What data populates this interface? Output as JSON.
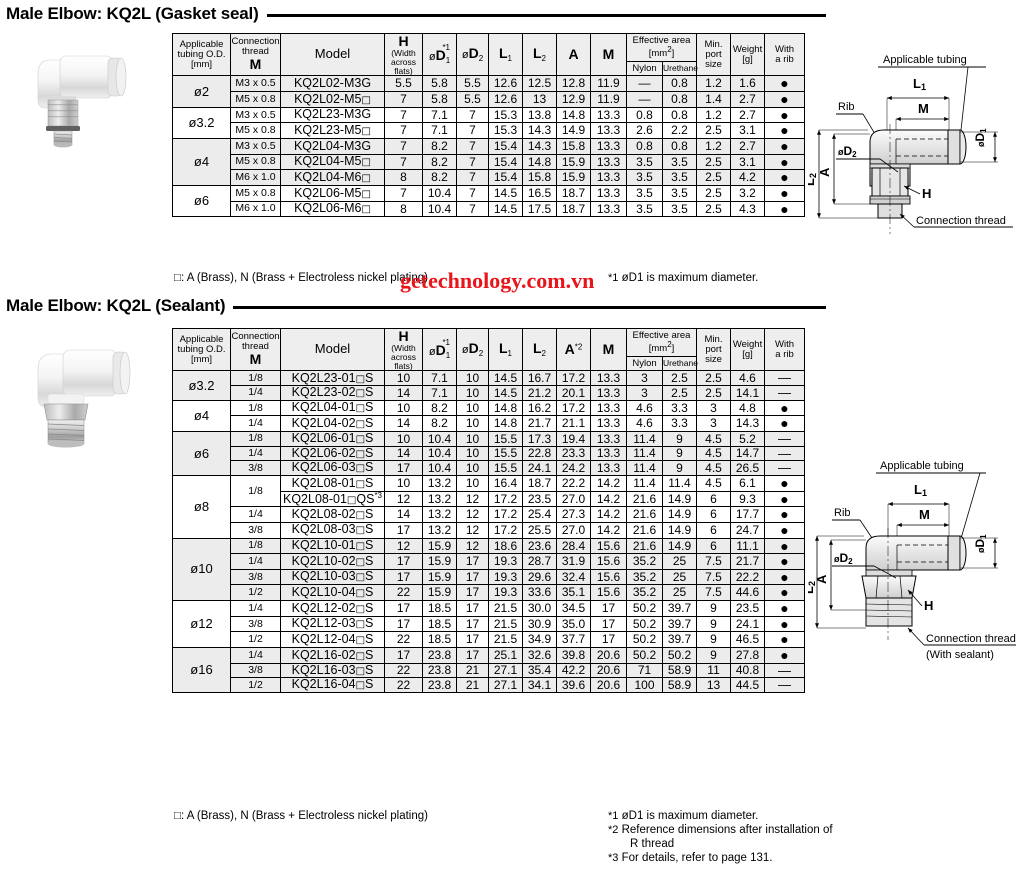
{
  "page": {
    "watermark": "getechnology.com.vn"
  },
  "sections": [
    {
      "title": "Male Elbow: KQ2L (Gasket seal)",
      "headers": {
        "tubing": "Applicable tubing O.D. [mm]",
        "tubing_l1": "Applicable",
        "tubing_l2": "tubing O.D.",
        "tubing_l3": "[mm]",
        "thread_l1": "Connection",
        "thread_l2": "thread",
        "thread_l3": "M",
        "model": "Model",
        "h_l1": "H",
        "h_l2": "(Width",
        "h_l3": "across",
        "h_l4": "flats)",
        "d1_pre": "ø",
        "d1": "D",
        "d1_sub": "1",
        "d1_star": "*1",
        "d2_pre": "ø",
        "d2": "D",
        "d2_sub": "2",
        "l1": "L",
        "l1_sub": "1",
        "l2": "L",
        "l2_sub": "2",
        "a": "A",
        "a_star": "",
        "m": "M",
        "eff_l1": "Effective area",
        "eff_l2": "[mm",
        "eff_sup": "2",
        "eff_l3": "]",
        "nylon": "Nylon",
        "urethane": "Urethane",
        "min_l1": "Min.",
        "min_l2": "port",
        "min_l3": "size",
        "weight_l1": "Weight",
        "weight_l2": "[g]",
        "rib_l1": "With",
        "rib_l2": "a rib"
      },
      "groups": [
        {
          "tubing": "ø2",
          "shade": true,
          "rows": [
            {
              "thread": "M3 x 0.5",
              "model": "KQ2L02-M3G",
              "model_sq": false,
              "h": "5.5",
              "d1": "5.8",
              "d2": "5.5",
              "l1": "12.6",
              "l2": "12.5",
              "a": "12.8",
              "m": "11.9",
              "nylon": "—",
              "urethane": "0.8",
              "min": "1.2",
              "weight": "1.6",
              "rib": "●"
            },
            {
              "thread": "M5 x 0.8",
              "model": "KQ2L02-M5",
              "model_sq": true,
              "h": "7",
              "d1": "5.8",
              "d2": "5.5",
              "l1": "12.6",
              "l2": "13",
              "a": "12.9",
              "m": "11.9",
              "nylon": "—",
              "urethane": "0.8",
              "min": "1.4",
              "weight": "2.7",
              "rib": "●"
            }
          ]
        },
        {
          "tubing": "ø3.2",
          "shade": false,
          "rows": [
            {
              "thread": "M3 x 0.5",
              "model": "KQ2L23-M3G",
              "model_sq": false,
              "h": "7",
              "d1": "7.1",
              "d2": "7",
              "l1": "15.3",
              "l2": "13.8",
              "a": "14.8",
              "m": "13.3",
              "nylon": "0.8",
              "urethane": "0.8",
              "min": "1.2",
              "weight": "2.7",
              "rib": "●"
            },
            {
              "thread": "M5 x 0.8",
              "model": "KQ2L23-M5",
              "model_sq": true,
              "h": "7",
              "d1": "7.1",
              "d2": "7",
              "l1": "15.3",
              "l2": "14.3",
              "a": "14.9",
              "m": "13.3",
              "nylon": "2.6",
              "urethane": "2.2",
              "min": "2.5",
              "weight": "3.1",
              "rib": "●"
            }
          ]
        },
        {
          "tubing": "ø4",
          "shade": true,
          "rows": [
            {
              "thread": "M3 x 0.5",
              "model": "KQ2L04-M3G",
              "model_sq": false,
              "h": "7",
              "d1": "8.2",
              "d2": "7",
              "l1": "15.4",
              "l2": "14.3",
              "a": "15.8",
              "m": "13.3",
              "nylon": "0.8",
              "urethane": "0.8",
              "min": "1.2",
              "weight": "2.7",
              "rib": "●"
            },
            {
              "thread": "M5 x 0.8",
              "model": "KQ2L04-M5",
              "model_sq": true,
              "h": "7",
              "d1": "8.2",
              "d2": "7",
              "l1": "15.4",
              "l2": "14.8",
              "a": "15.9",
              "m": "13.3",
              "nylon": "3.5",
              "urethane": "3.5",
              "min": "2.5",
              "weight": "3.1",
              "rib": "●"
            },
            {
              "thread": "M6 x 1.0",
              "model": "KQ2L04-M6",
              "model_sq": true,
              "h": "8",
              "d1": "8.2",
              "d2": "7",
              "l1": "15.4",
              "l2": "15.8",
              "a": "15.9",
              "m": "13.3",
              "nylon": "3.5",
              "urethane": "3.5",
              "min": "2.5",
              "weight": "4.2",
              "rib": "●"
            }
          ]
        },
        {
          "tubing": "ø6",
          "shade": false,
          "rows": [
            {
              "thread": "M5 x 0.8",
              "model": "KQ2L06-M5",
              "model_sq": true,
              "h": "7",
              "d1": "10.4",
              "d2": "7",
              "l1": "14.5",
              "l2": "16.5",
              "a": "18.7",
              "m": "13.3",
              "nylon": "3.5",
              "urethane": "3.5",
              "min": "2.5",
              "weight": "3.2",
              "rib": "●"
            },
            {
              "thread": "M6 x 1.0",
              "model": "KQ2L06-M6",
              "model_sq": true,
              "h": "8",
              "d1": "10.4",
              "d2": "7",
              "l1": "14.5",
              "l2": "17.5",
              "a": "18.7",
              "m": "13.3",
              "nylon": "3.5",
              "urethane": "3.5",
              "min": "2.5",
              "weight": "4.3",
              "rib": "●"
            }
          ]
        }
      ],
      "footnotes_left": [
        "□: A (Brass), N (Brass + Electroless nickel plating)"
      ],
      "footnotes_right": [
        {
          "star": "*1",
          "text": "øD1 is maximum diameter.",
          "indent": false
        }
      ]
    },
    {
      "title": "Male Elbow: KQ2L (Sealant)",
      "groups": [
        {
          "tubing": "ø3.2",
          "shade": true,
          "rows": [
            {
              "thread": "1/8",
              "model": "KQ2L23-01",
              "model_sq": true,
              "model_suffix": "S",
              "h": "10",
              "d1": "7.1",
              "d2": "10",
              "l1": "14.5",
              "l2": "16.7",
              "a": "17.2",
              "m": "13.3",
              "nylon": "3",
              "urethane": "2.5",
              "min": "2.5",
              "weight": "4.6",
              "rib": "—"
            },
            {
              "thread": "1/4",
              "model": "KQ2L23-02",
              "model_sq": true,
              "model_suffix": "S",
              "h": "14",
              "d1": "7.1",
              "d2": "10",
              "l1": "14.5",
              "l2": "21.2",
              "a": "20.1",
              "m": "13.3",
              "nylon": "3",
              "urethane": "2.5",
              "min": "2.5",
              "weight": "14.1",
              "rib": "—"
            }
          ]
        },
        {
          "tubing": "ø4",
          "shade": false,
          "rows": [
            {
              "thread": "1/8",
              "model": "KQ2L04-01",
              "model_sq": true,
              "model_suffix": "S",
              "h": "10",
              "d1": "8.2",
              "d2": "10",
              "l1": "14.8",
              "l2": "16.2",
              "a": "17.2",
              "m": "13.3",
              "nylon": "4.6",
              "urethane": "3.3",
              "min": "3",
              "weight": "4.8",
              "rib": "●"
            },
            {
              "thread": "1/4",
              "model": "KQ2L04-02",
              "model_sq": true,
              "model_suffix": "S",
              "h": "14",
              "d1": "8.2",
              "d2": "10",
              "l1": "14.8",
              "l2": "21.7",
              "a": "21.1",
              "m": "13.3",
              "nylon": "4.6",
              "urethane": "3.3",
              "min": "3",
              "weight": "14.3",
              "rib": "●"
            }
          ]
        },
        {
          "tubing": "ø6",
          "shade": true,
          "rows": [
            {
              "thread": "1/8",
              "model": "KQ2L06-01",
              "model_sq": true,
              "model_suffix": "S",
              "h": "10",
              "d1": "10.4",
              "d2": "10",
              "l1": "15.5",
              "l2": "17.3",
              "a": "19.4",
              "m": "13.3",
              "nylon": "11.4",
              "urethane": "9",
              "min": "4.5",
              "weight": "5.2",
              "rib": "—"
            },
            {
              "thread": "1/4",
              "model": "KQ2L06-02",
              "model_sq": true,
              "model_suffix": "S",
              "h": "14",
              "d1": "10.4",
              "d2": "10",
              "l1": "15.5",
              "l2": "22.8",
              "a": "23.3",
              "m": "13.3",
              "nylon": "11.4",
              "urethane": "9",
              "min": "4.5",
              "weight": "14.7",
              "rib": "—"
            },
            {
              "thread": "3/8",
              "model": "KQ2L06-03",
              "model_sq": true,
              "model_suffix": "S",
              "h": "17",
              "d1": "10.4",
              "d2": "10",
              "l1": "15.5",
              "l2": "24.1",
              "a": "24.2",
              "m": "13.3",
              "nylon": "11.4",
              "urethane": "9",
              "min": "4.5",
              "weight": "26.5",
              "rib": "—"
            }
          ]
        },
        {
          "tubing": "ø8",
          "shade": false,
          "rows": [
            {
              "thread": "1/8",
              "thread_span": 2,
              "model": "KQ2L08-01",
              "model_sq": true,
              "model_suffix": "S",
              "h": "10",
              "d1": "13.2",
              "d2": "10",
              "l1": "16.4",
              "l2": "18.7",
              "a": "22.2",
              "m": "14.2",
              "nylon": "11.4",
              "urethane": "11.4",
              "min": "4.5",
              "weight": "6.1",
              "rib": "●"
            },
            {
              "thread": "",
              "thread_hidden": true,
              "model": "KQ2L08-01",
              "model_sq": true,
              "model_suffix": "QS",
              "model_star": "*3",
              "h": "12",
              "d1": "13.2",
              "d2": "12",
              "l1": "17.2",
              "l2": "23.5",
              "a": "27.0",
              "m": "14.2",
              "nylon": "21.6",
              "urethane": "14.9",
              "min": "6",
              "weight": "9.3",
              "rib": "●"
            },
            {
              "thread": "1/4",
              "model": "KQ2L08-02",
              "model_sq": true,
              "model_suffix": "S",
              "h": "14",
              "d1": "13.2",
              "d2": "12",
              "l1": "17.2",
              "l2": "25.4",
              "a": "27.3",
              "m": "14.2",
              "nylon": "21.6",
              "urethane": "14.9",
              "min": "6",
              "weight": "17.7",
              "rib": "●"
            },
            {
              "thread": "3/8",
              "model": "KQ2L08-03",
              "model_sq": true,
              "model_suffix": "S",
              "h": "17",
              "d1": "13.2",
              "d2": "12",
              "l1": "17.2",
              "l2": "25.5",
              "a": "27.0",
              "m": "14.2",
              "nylon": "21.6",
              "urethane": "14.9",
              "min": "6",
              "weight": "24.7",
              "rib": "●"
            }
          ]
        },
        {
          "tubing": "ø10",
          "shade": true,
          "rows": [
            {
              "thread": "1/8",
              "model": "KQ2L10-01",
              "model_sq": true,
              "model_suffix": "S",
              "h": "12",
              "d1": "15.9",
              "d2": "12",
              "l1": "18.6",
              "l2": "23.6",
              "a": "28.4",
              "m": "15.6",
              "nylon": "21.6",
              "urethane": "14.9",
              "min": "6",
              "weight": "11.1",
              "rib": "●"
            },
            {
              "thread": "1/4",
              "model": "KQ2L10-02",
              "model_sq": true,
              "model_suffix": "S",
              "h": "17",
              "d1": "15.9",
              "d2": "17",
              "l1": "19.3",
              "l2": "28.7",
              "a": "31.9",
              "m": "15.6",
              "nylon": "35.2",
              "urethane": "25",
              "min": "7.5",
              "weight": "21.7",
              "rib": "●"
            },
            {
              "thread": "3/8",
              "model": "KQ2L10-03",
              "model_sq": true,
              "model_suffix": "S",
              "h": "17",
              "d1": "15.9",
              "d2": "17",
              "l1": "19.3",
              "l2": "29.6",
              "a": "32.4",
              "m": "15.6",
              "nylon": "35.2",
              "urethane": "25",
              "min": "7.5",
              "weight": "22.2",
              "rib": "●"
            },
            {
              "thread": "1/2",
              "model": "KQ2L10-04",
              "model_sq": true,
              "model_suffix": "S",
              "h": "22",
              "d1": "15.9",
              "d2": "17",
              "l1": "19.3",
              "l2": "33.6",
              "a": "35.1",
              "m": "15.6",
              "nylon": "35.2",
              "urethane": "25",
              "min": "7.5",
              "weight": "44.6",
              "rib": "●"
            }
          ]
        },
        {
          "tubing": "ø12",
          "shade": false,
          "rows": [
            {
              "thread": "1/4",
              "model": "KQ2L12-02",
              "model_sq": true,
              "model_suffix": "S",
              "h": "17",
              "d1": "18.5",
              "d2": "17",
              "l1": "21.5",
              "l2": "30.0",
              "a": "34.5",
              "m": "17",
              "nylon": "50.2",
              "urethane": "39.7",
              "min": "9",
              "weight": "23.5",
              "rib": "●"
            },
            {
              "thread": "3/8",
              "model": "KQ2L12-03",
              "model_sq": true,
              "model_suffix": "S",
              "h": "17",
              "d1": "18.5",
              "d2": "17",
              "l1": "21.5",
              "l2": "30.9",
              "a": "35.0",
              "m": "17",
              "nylon": "50.2",
              "urethane": "39.7",
              "min": "9",
              "weight": "24.1",
              "rib": "●"
            },
            {
              "thread": "1/2",
              "model": "KQ2L12-04",
              "model_sq": true,
              "model_suffix": "S",
              "h": "22",
              "d1": "18.5",
              "d2": "17",
              "l1": "21.5",
              "l2": "34.9",
              "a": "37.7",
              "m": "17",
              "nylon": "50.2",
              "urethane": "39.7",
              "min": "9",
              "weight": "46.5",
              "rib": "●"
            }
          ]
        },
        {
          "tubing": "ø16",
          "shade": true,
          "rows": [
            {
              "thread": "1/4",
              "model": "KQ2L16-02",
              "model_sq": true,
              "model_suffix": "S",
              "h": "17",
              "d1": "23.8",
              "d2": "17",
              "l1": "25.1",
              "l2": "32.6",
              "a": "39.8",
              "m": "20.6",
              "nylon": "50.2",
              "urethane": "50.2",
              "min": "9",
              "weight": "27.8",
              "rib": "●"
            },
            {
              "thread": "3/8",
              "model": "KQ2L16-03",
              "model_sq": true,
              "model_suffix": "S",
              "h": "22",
              "d1": "23.8",
              "d2": "21",
              "l1": "27.1",
              "l2": "35.4",
              "a": "42.2",
              "m": "20.6",
              "nylon": "71",
              "urethane": "58.9",
              "min": "11",
              "weight": "40.8",
              "rib": "—"
            },
            {
              "thread": "1/2",
              "model": "KQ2L16-04",
              "model_sq": true,
              "model_suffix": "S",
              "h": "22",
              "d1": "23.8",
              "d2": "21",
              "l1": "27.1",
              "l2": "34.1",
              "a": "39.6",
              "m": "20.6",
              "nylon": "100",
              "urethane": "58.9",
              "min": "13",
              "weight": "44.5",
              "rib": "—"
            }
          ]
        }
      ],
      "footnotes_left": [
        "□: A (Brass), N (Brass + Electroless nickel plating)"
      ],
      "footnotes_right": [
        {
          "star": "*1",
          "text": "øD1 is maximum diameter.",
          "indent": false
        },
        {
          "star": "*2",
          "text": "Reference dimensions after installation of",
          "indent": false
        },
        {
          "star": "",
          "text": "R thread",
          "indent": true
        },
        {
          "star": "*3",
          "text": "For details, refer to page 131.",
          "indent": false
        }
      ]
    }
  ],
  "drawings": [
    {
      "name": "gasket-seal-drawing",
      "labels": {
        "applicable_tubing": "Applicable tubing",
        "rib": "Rib",
        "l1": "L1",
        "m": "M",
        "a": "A",
        "l2": "L2",
        "d1": "øD1",
        "d2": "øD2",
        "h": "H",
        "connection_thread": "Connection thread",
        "sealant_note": ""
      }
    },
    {
      "name": "sealant-drawing",
      "labels": {
        "applicable_tubing": "Applicable tubing",
        "rib": "Rib",
        "l1": "L1",
        "m": "M",
        "a": "A",
        "l2": "L2",
        "d1": "øD1",
        "d2": "øD2",
        "h": "H",
        "connection_thread": "Connection thread",
        "sealant_note": "(With sealant)"
      }
    }
  ],
  "colors": {
    "watermark": "#e8161b",
    "header_bg": "#eeeeee",
    "group_bg": "#ececec",
    "border": "#000000"
  }
}
